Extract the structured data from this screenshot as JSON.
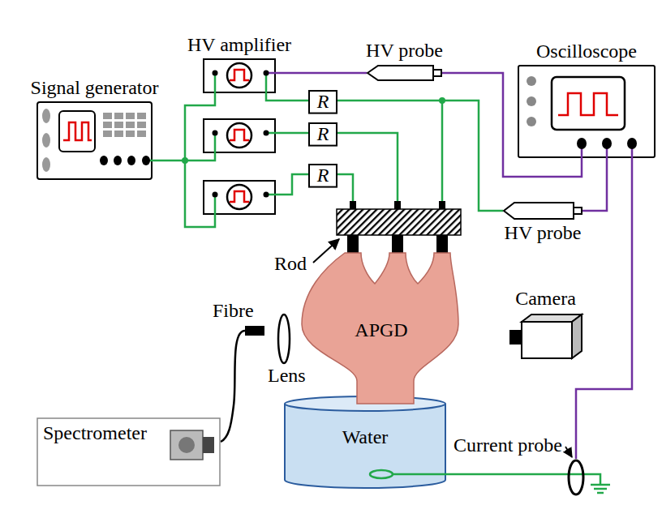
{
  "diagram": {
    "nodes": [
      {
        "text": [
          "HV amplifier"
        ]
      },
      {
        "text": [
          "HV probe"
        ]
      },
      {
        "text": [
          "Oscilloscope"
        ]
      },
      {
        "text": [
          "Signal generator"
        ]
      },
      {
        "text": [
          "R"
        ]
      },
      {
        "text": [
          "R"
        ]
      },
      {
        "text": [
          "R"
        ]
      },
      {
        "text": [
          "HV probe"
        ]
      },
      {
        "text": [
          "APGD"
        ]
      },
      {
        "text": [
          "Camera"
        ]
      },
      {
        "text": [
          "Spectrometer"
        ]
      },
      {
        "text": [
          "Water"
        ]
      },
      {
        "text": [
          "Current probe"
        ]
      }
    ],
    "edges": [
      {
        "from": 3,
        "to": 0,
        "arrow": "none"
      },
      {
        "from": 0,
        "to": 1,
        "arrow": "none"
      },
      {
        "from": 1,
        "to": 2,
        "arrow": "none"
      },
      {
        "from": 0,
        "to": 4,
        "arrow": "none"
      },
      {
        "from": 4,
        "to": 7,
        "arrow": "none"
      },
      {
        "from": 7,
        "to": 2,
        "arrow": "none"
      },
      {
        "from": 11,
        "to": 12,
        "arrow": "none"
      },
      {
        "from": 12,
        "to": 2,
        "arrow": "none"
      }
    ],
    "labels": [
      "Rod",
      "Fibre",
      "Lens"
    ]
  }
}
